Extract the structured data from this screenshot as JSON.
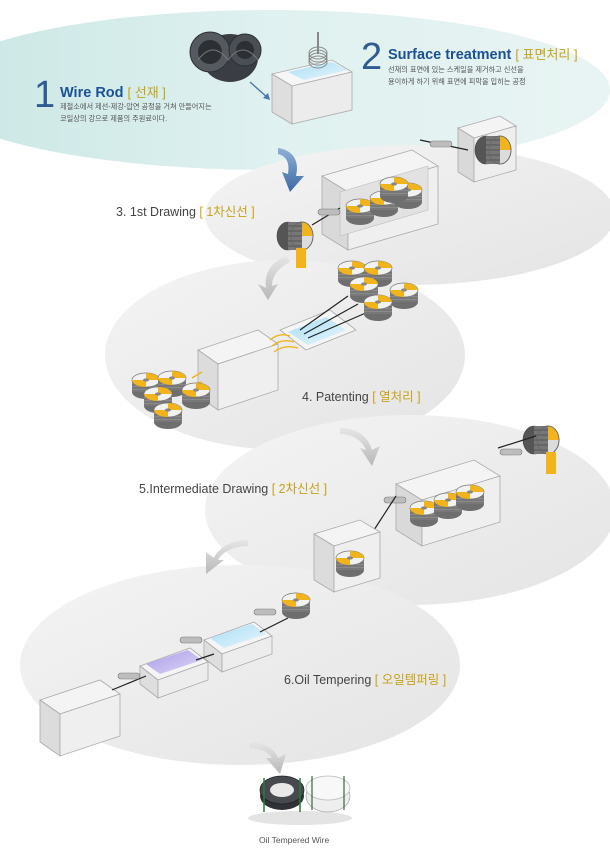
{
  "steps": {
    "wire_rod": {
      "number": "1",
      "title": "Wire Rod",
      "korean": "[ 선재 ]",
      "desc_line1": "제철소에서 제선-제강-압연 공정을 거쳐 만들어지는",
      "desc_line2": "코일상의 강으로 제품의 주원료이다."
    },
    "surface_treatment": {
      "number": "2",
      "title": "Surface treatment",
      "korean": "[ 표면처리 ]",
      "desc_line1": "선재의 표면에 있는 스케일을 제거하고 신선을",
      "desc_line2": "용이하게 하기 위해 표면에 피막을 입히는 공정"
    },
    "first_drawing": {
      "label": "3. 1st Drawing",
      "korean": "[ 1차신선 ]"
    },
    "patenting": {
      "label": "4. Patenting",
      "korean": "[ 열처리 ]"
    },
    "intermediate_drawing": {
      "label": "5.Intermediate Drawing",
      "korean": "[ 2차신선 ]"
    },
    "oil_tempering": {
      "label": "6.Oil Tempering",
      "korean": "[ 오일템퍼링 ]"
    }
  },
  "product_caption": "Oil Tempered Wire",
  "colors": {
    "teal_band": "#dcefee",
    "grey_band": "#ebebeb",
    "arrow_blue": "#4b79ad",
    "arrow_grey": "#c8c8c8",
    "accent_yellow": "#f2b41c",
    "title_blue": "#1b5197",
    "number_blue": "#2e5c93",
    "korean_gold": "#c7a21a",
    "water_blue": "#bfe6f8",
    "purple_bath": "#c7b9ee"
  }
}
